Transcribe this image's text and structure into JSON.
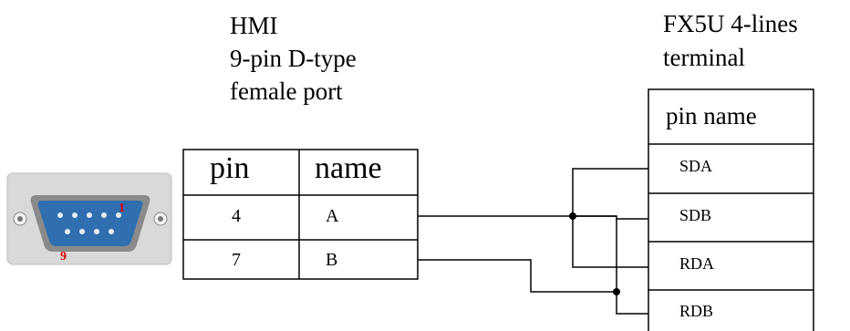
{
  "hmi": {
    "title_lines": [
      "HMI",
      "9-pin D-type",
      "female port"
    ],
    "table": {
      "headers": [
        "pin",
        "name"
      ],
      "rows": [
        {
          "pin": "4",
          "name": "A"
        },
        {
          "pin": "7",
          "name": "B"
        }
      ]
    },
    "connector_pin_labels": [
      "1",
      "9"
    ]
  },
  "plc": {
    "title_lines": [
      "FX5U 4-lines",
      "terminal"
    ],
    "table": {
      "header": "pin name",
      "rows": [
        "SDA",
        "SDB",
        "RDA",
        "RDB"
      ]
    }
  },
  "colors": {
    "line": "#000000",
    "connector_body": "#2f6fb0",
    "connector_shell": "#cfcfcf",
    "pin_label": "#e00000"
  }
}
